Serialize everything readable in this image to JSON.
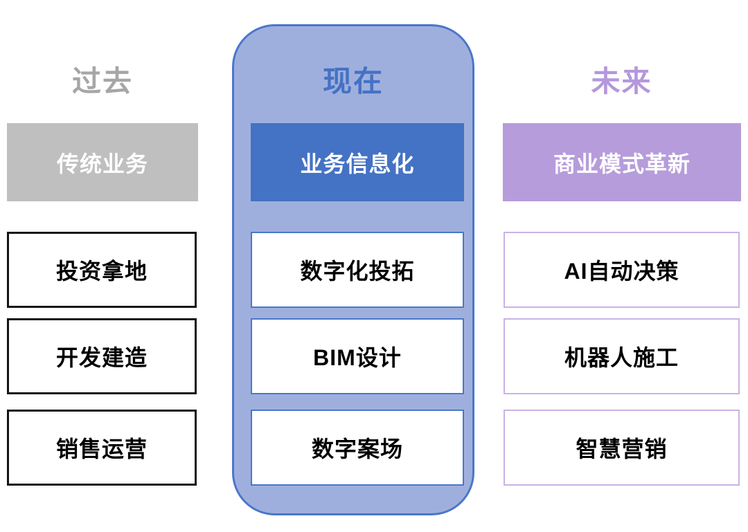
{
  "diagram": {
    "title_row": {
      "past": "过去",
      "present": "现在",
      "future": "未来"
    },
    "columns": [
      {
        "key": "past",
        "title": "过去",
        "header": "传统业务",
        "items": [
          "投资拿地",
          "开发建造",
          "销售运营"
        ]
      },
      {
        "key": "present",
        "title": "现在",
        "header": "业务信息化",
        "items": [
          "数字化投拓",
          "BIM设计",
          "数字案场"
        ]
      },
      {
        "key": "future",
        "title": "未来",
        "header": "商业模式革新",
        "items": [
          "AI自动决策",
          "机器人施工",
          "智慧营销"
        ]
      }
    ],
    "colors": {
      "background": "#ffffff",
      "past_title_text": "#a6a6a6",
      "past_header_bg": "#bfbfbf",
      "past_header_text": "#ffffff",
      "past_item_border": "#141414",
      "present_title_text": "#4472c4",
      "present_container_bg": "#9fafdd",
      "present_container_border": "#4a77c9",
      "present_header_bg": "#4472c4",
      "present_header_text": "#ffffff",
      "present_item_border": "#4a77c9",
      "future_title_text": "#b497dc",
      "future_header_bg": "#b69cdb",
      "future_header_text": "#ffffff",
      "future_item_border": "#c9b2e6",
      "item_text": "#000000"
    }
  }
}
